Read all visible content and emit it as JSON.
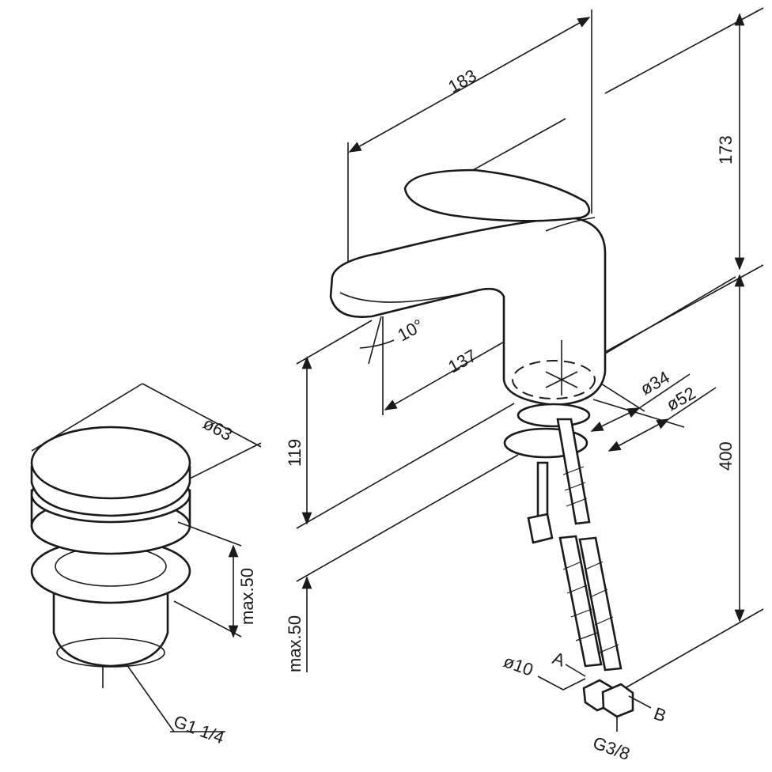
{
  "drawing": {
    "faucet_dimensions": {
      "width_total": "183",
      "height_above": "173",
      "spout_angle": "10°",
      "spout_reach": "137",
      "spout_height": "119",
      "base_diameter_inner": "ø34",
      "base_diameter_outer": "ø52",
      "total_height": "400",
      "counter_thickness": "max.50"
    },
    "hoses": {
      "hose_diameter": "ø10",
      "label_a": "A",
      "label_b": "B",
      "thread": "G3/8"
    },
    "drain": {
      "cap_diameter": "ø63",
      "max_thickness": "max.50",
      "thread": "G1 1/4"
    }
  }
}
